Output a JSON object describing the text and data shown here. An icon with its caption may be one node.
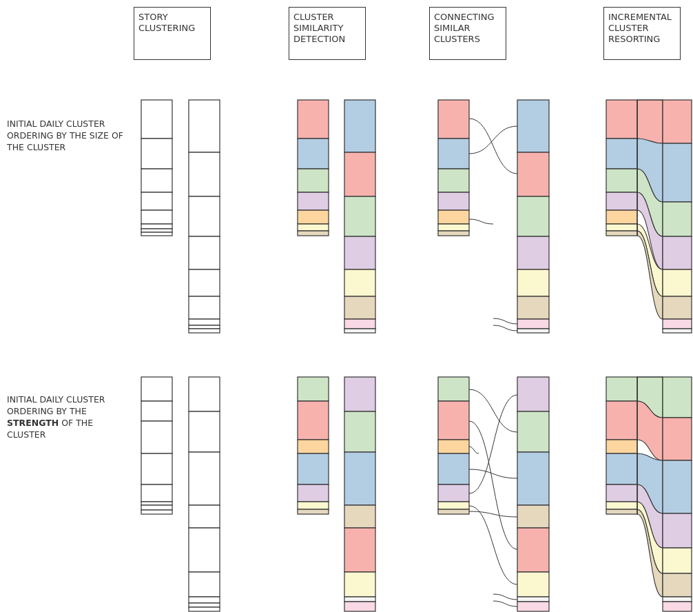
{
  "diagram": {
    "nodes": [
      {
        "text": [
          "STORY CLUSTERING"
        ]
      },
      {
        "text": [
          "CLUSTER SIMILARITY DETECTION"
        ]
      },
      {
        "text": [
          "CONNECTING SIMILAR CLUSTERS"
        ]
      },
      {
        "text": [
          "INCREMENTAL CLUSTER RESORTING"
        ]
      }
    ],
    "labels": [
      "INITIAL DAILY CLUSTER ORDERING BY THE SIZE OF THE CLUSTER",
      "INITIAL DAILY CLUSTER ORDERING BY THE **STRENGTH** OF THE CLUSTER"
    ]
  }
}
